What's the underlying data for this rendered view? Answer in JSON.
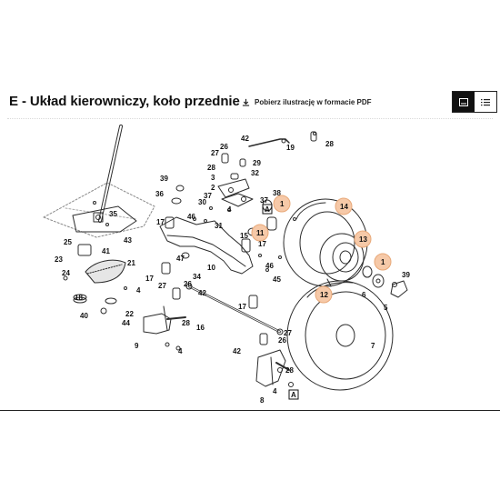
{
  "header": {
    "title": "E - Układ kierowniczy, koło przednie",
    "download_label": "Pobierz ilustrację w formacie PDF"
  },
  "view_toggle": {
    "icons": [
      "image-view-icon",
      "list-view-icon"
    ],
    "active": "image-view-icon"
  },
  "colors": {
    "highlight_fill": "#f6c9a8",
    "highlight_stroke": "#e8a878",
    "line": "#2b2b2b",
    "accent": "#111111"
  },
  "callouts": [
    {
      "num": "42"
    },
    {
      "num": "26"
    },
    {
      "num": "27"
    },
    {
      "num": "19"
    },
    {
      "num": "28"
    },
    {
      "num": "29"
    },
    {
      "num": "28"
    },
    {
      "num": "32"
    },
    {
      "num": "3"
    },
    {
      "num": "2"
    },
    {
      "num": "38"
    },
    {
      "num": "37"
    },
    {
      "num": "37"
    },
    {
      "num": "39"
    },
    {
      "num": "36"
    },
    {
      "num": "30"
    },
    {
      "num": "4"
    },
    {
      "num": "35"
    },
    {
      "num": "43"
    },
    {
      "num": "17"
    },
    {
      "num": "46"
    },
    {
      "num": "31"
    },
    {
      "num": "25"
    },
    {
      "num": "41"
    },
    {
      "num": "23"
    },
    {
      "num": "24"
    },
    {
      "num": "21"
    },
    {
      "num": "47"
    },
    {
      "num": "10"
    },
    {
      "num": "15"
    },
    {
      "num": "17"
    },
    {
      "num": "46"
    },
    {
      "num": "45"
    },
    {
      "num": "17"
    },
    {
      "num": "34"
    },
    {
      "num": "4"
    },
    {
      "num": "18"
    },
    {
      "num": "40"
    },
    {
      "num": "22"
    },
    {
      "num": "44"
    },
    {
      "num": "27"
    },
    {
      "num": "26"
    },
    {
      "num": "42"
    },
    {
      "num": "17"
    },
    {
      "num": "28"
    },
    {
      "num": "16"
    },
    {
      "num": "9"
    },
    {
      "num": "4"
    },
    {
      "num": "42"
    },
    {
      "num": "26"
    },
    {
      "num": "27"
    },
    {
      "num": "28"
    },
    {
      "num": "5"
    },
    {
      "num": "6"
    },
    {
      "num": "39"
    },
    {
      "num": "7"
    },
    {
      "num": "8"
    },
    {
      "num": "4"
    },
    {
      "num": "A"
    },
    {
      "num": "A"
    }
  ],
  "highlighted_callouts": [
    {
      "num": "14"
    },
    {
      "num": "13"
    },
    {
      "num": "1"
    },
    {
      "num": "1"
    },
    {
      "num": "11"
    },
    {
      "num": "12"
    }
  ]
}
